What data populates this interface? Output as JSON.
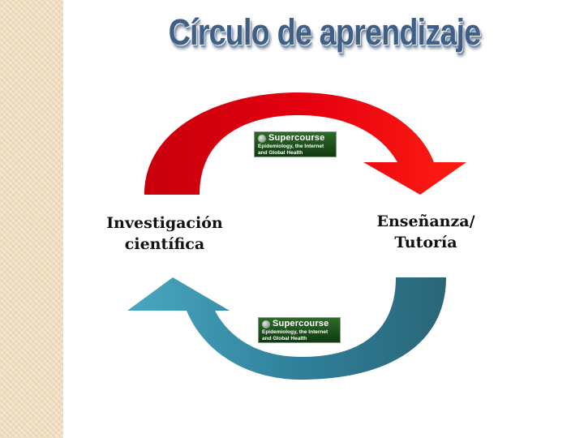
{
  "slide": {
    "title": "Círculo de aprendizaje"
  },
  "nodes": {
    "left": {
      "line1": "Investigación",
      "line2": "científica"
    },
    "right": {
      "line1": "Enseñanza/",
      "line2": "Tutoría"
    }
  },
  "logos": {
    "top": {
      "brand": "Supercourse",
      "line1": "Epidemiology, the Internet",
      "line2": "and Global Health"
    },
    "bottom": {
      "brand": "Supercourse",
      "line1": "Epidemiology, the Internet",
      "line2": "and Global Health"
    }
  },
  "colors": {
    "title": "#3f5f86",
    "arrow_top": "#e0000f",
    "arrow_bottom": "#2f7f99",
    "side_strip": "#efdcbc"
  }
}
